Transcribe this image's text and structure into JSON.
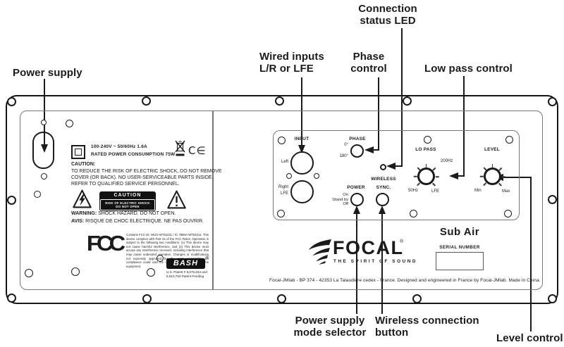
{
  "colors": {
    "line": "#1b1b1b",
    "panel_border": "#161616",
    "inner_border": "#787878"
  },
  "callouts": {
    "power_supply": "Power supply",
    "wired_inputs": "Wired inputs\nL/R or LFE",
    "phase": "Phase\ncontrol",
    "connection_led": "Connection\nstatus LED",
    "low_pass": "Low pass control",
    "power_mode": "Power supply\nmode selector",
    "wireless_button": "Wireless connection\nbutton",
    "level": "Level control"
  },
  "left_section": {
    "ratings_line1": "100-240V ~ 50/60Hz 1.6A",
    "ratings_line2": "RATED POWER CONSUMPTION 75W",
    "ce_mark": "C∈",
    "caution_heading": "CAUTION:",
    "caution_text": "TO REDUCE THE RISK OF ELECTRIC SHOCK, DO NOT REMOVE\nCOVER (OR BACK). NO USER-SERVICEABLE PARTS INSIDE.\nREFER TO QUALIFIED SERVICE PERSONNEL.",
    "caution_box_title": "CAUTION",
    "caution_box_line1": "RISK OF ELECTRIC SHOCK",
    "caution_box_line2": "DO NOT OPEN",
    "warning_bold": "WARNING:",
    "warning_rest": " SHOCK HAZARD. DO NOT OPEN.",
    "avis_bold": "AVIS:",
    "avis_rest": " RISQUE DE CHOC ELECTRIQUE. NE PAS OUVRIR.",
    "fcc_logo": "FCC",
    "fcc_text": "Contains FCC ID: WUO-WT61011 / IC 7980A-WT61011. This device complies with Part 15 of the FCC Rules. Operation is subject to the following two conditions: (1) This device may not cause harmful interference, and (2) This device must accept any interference received, including interference that may cause undesired operation. Changes or modifications not expressly approved by the party responsible for compliance could void the user's authority to operate the equipment.",
    "bash_logo": "BASH",
    "bash_reg": "®",
    "patent_text": "U.S. Patent # 5,075,634 and\n5,510,753    Patent Pending"
  },
  "controls": {
    "input_label": "INPUT",
    "left_label": "Left",
    "right_label": "Right",
    "lfe_label": "LFE",
    "phase_label": "PHASE",
    "phase_0": "0°",
    "phase_180": "180°",
    "wireless_line1": "WIRELESS",
    "wireless_line2": "SYNC.",
    "power_label": "POWER",
    "power_on": "On",
    "power_standby": "Stand by",
    "power_off": "Off",
    "lopass_label": "LO PASS",
    "lopass_min": "50Hz",
    "lopass_max": "200Hz",
    "lopass_lfe": "LFE",
    "level_label": "LEVEL",
    "level_min": "Min",
    "level_max": "Max"
  },
  "branding": {
    "focal": "FOCAL",
    "focal_reg": "®",
    "tagline": "THE SPIRIT OF SOUND",
    "product": "Sub Air",
    "serial_label": "SERIAL NUMBER",
    "footer": "Focal-JMlab - BP 374 - 42353 La Talaudière cedex - France. Designed and engineered in France by Focal-JMlab. Made in China."
  }
}
